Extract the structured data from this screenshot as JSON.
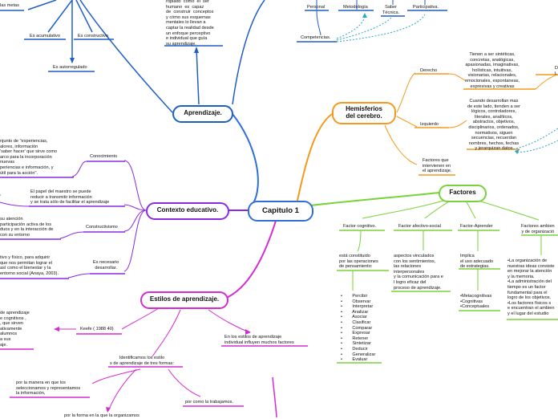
{
  "central": "Capitulo 1",
  "main_topics": {
    "aprendizaje": "Aprendizaje.",
    "contexto": "Contexto educativo.",
    "estilos": "Estilos de aprendizaje.",
    "hemisferios": "Hemisferios\ndel cerebro.",
    "factores": "Factores"
  },
  "aprendizaje": {
    "metas": "las metas",
    "acumulativo": "Es acumulativo",
    "constructivo": "Es constructivo",
    "autorregulado": "Es autorregulado",
    "definition": "ropiado  como  el  ser\nhumano  es  capaz\nde  construir  conceptos\ny cómo sus esquemas\nmentales lo llevan a\ncaptar la realidad desde\nun enfoque perceptivo\ne individual que guía\nsu aprendizaje."
  },
  "contexto": {
    "conocimiento": "Conocimiento",
    "conocimiento_desc": "njunto de \"experiencias,\nalores, información\n'saber hacer' que sirve como\narco para la incorporación\nnuevas\nperiencias e información, y\nútil para la acción\".",
    "maestro": "El papel del maestro se puede\nreducir a transmitir información\ny se trata sólo de facilitar el aprendizaje",
    "maestro_cut": "",
    "constructivismo": "Constructivismo",
    "constructivismo_desc": "su atención\nparticipación activa de los\nduos y en la interacción de\ncon su entorno",
    "necesario": "Es necesario\ndesarrollar.",
    "necesario_desc": "tivo y físico, para adquirir\nque nos permitan lograr el\nasí como el bienestar y la\nentorno social (Anaya, 2003)."
  },
  "estilos": {
    "keefe": "Keefe ( 1988 40)",
    "keefe_desc": "de aprendizaje\ne cognitivos ,\n, que sirven\nativamente\nalumnos\na sus\naje.",
    "identificamos": "Identificamos los estilo\ns de aprendizaje de tres formas:",
    "influyen": "En los estilos de aprendizaje\nindividual influyen muchos factores",
    "manera": "por la manera en que los\nseleccionamos y representamos\nla información,",
    "trabajamos": "por como la trabajamos.",
    "forma": "por la forma en la que la organizamos"
  },
  "top_right": {
    "personal": "Personal",
    "metodologia": "Metodología",
    "saber": "Saber\nTécnica.",
    "participativa": "Participativa.",
    "competencias": "Competencias."
  },
  "hemisferios": {
    "derecho": "Derecho",
    "derecho_desc": "Tienen a ser sintéticas,\nconcretas, analógicas,\napasionadas, imaginativas,\nholísticas, intuitivas,\nvisionarias, relacionales,\nemocionales, espontaneas,\nexpresivas y creativas",
    "izquierdo": "Izquierdo",
    "izquierdo_desc": "Cuando desarrollan mas\nde este lado, tienden a ser\nlógicos, controladores,\nliterales, analíticos,\nabstractos, objetivos,\ndisciplinarios, ordenados,\nnormativos, siguen\nsecuencias, recuerdan\nnombres, hechos, fechas\ny jerarquizan datos",
    "factores_que": "Factores que\nintervienen en\nel aprendizaje.",
    "edge_d": "D",
    "edge_l": "L"
  },
  "factores": {
    "cognitivo": "Factor cognitivo.",
    "afectivo": "Factor afectivo-social",
    "aprender": "Factor-Aprender",
    "ambiental": "Factores ambien\ny de organizació",
    "cognitivo_desc": "está constituido\npor las operaciones\nde pensamiento:",
    "cognitivo_list": "•        Percibir\n•        Observar\n•        Interpretar\n•        Analizar\n•        Asociar\n•        Clasificar\n•        Comparar\n•        Expresar\n•        Retener\n•        Sintetizar\n•        Deducir\n•        Generalizar\n•        Evaluar",
    "afectivo_desc": "aspectos vinculados\ncon los sentimientos,\nlas relaciones\ninterpersonales\ny la comunicación para e\nl logro eficaz del\nproceso de aprendizaje.",
    "aprender_desc": "Implica\nel uso adecuado\nde estrategias.",
    "aprender_list": "•Metacognitivas\n•Cognitivas\n•Conceptuales",
    "ambiental_desc": "•La organización de\nnuestras ideas consiste\nen mejorar la atención\ny la memoria.\n•La administración del\ntiempo es un factor\nfundamental para el\nlogro de los objetivos.\n•Los factores físicos s\ne encuentran el ambien\ny el lugar del estudio"
  },
  "colors": {
    "central_blue": "#2f6fd8",
    "aprendizaje_blue": "#1f5fc4",
    "contexto_purple": "#8a2be2",
    "estilos_magenta": "#d42bd4",
    "hemisferios_orange": "#f39a1c",
    "factores_green": "#78d23a",
    "competencias_teal": "#2aa6c8"
  }
}
